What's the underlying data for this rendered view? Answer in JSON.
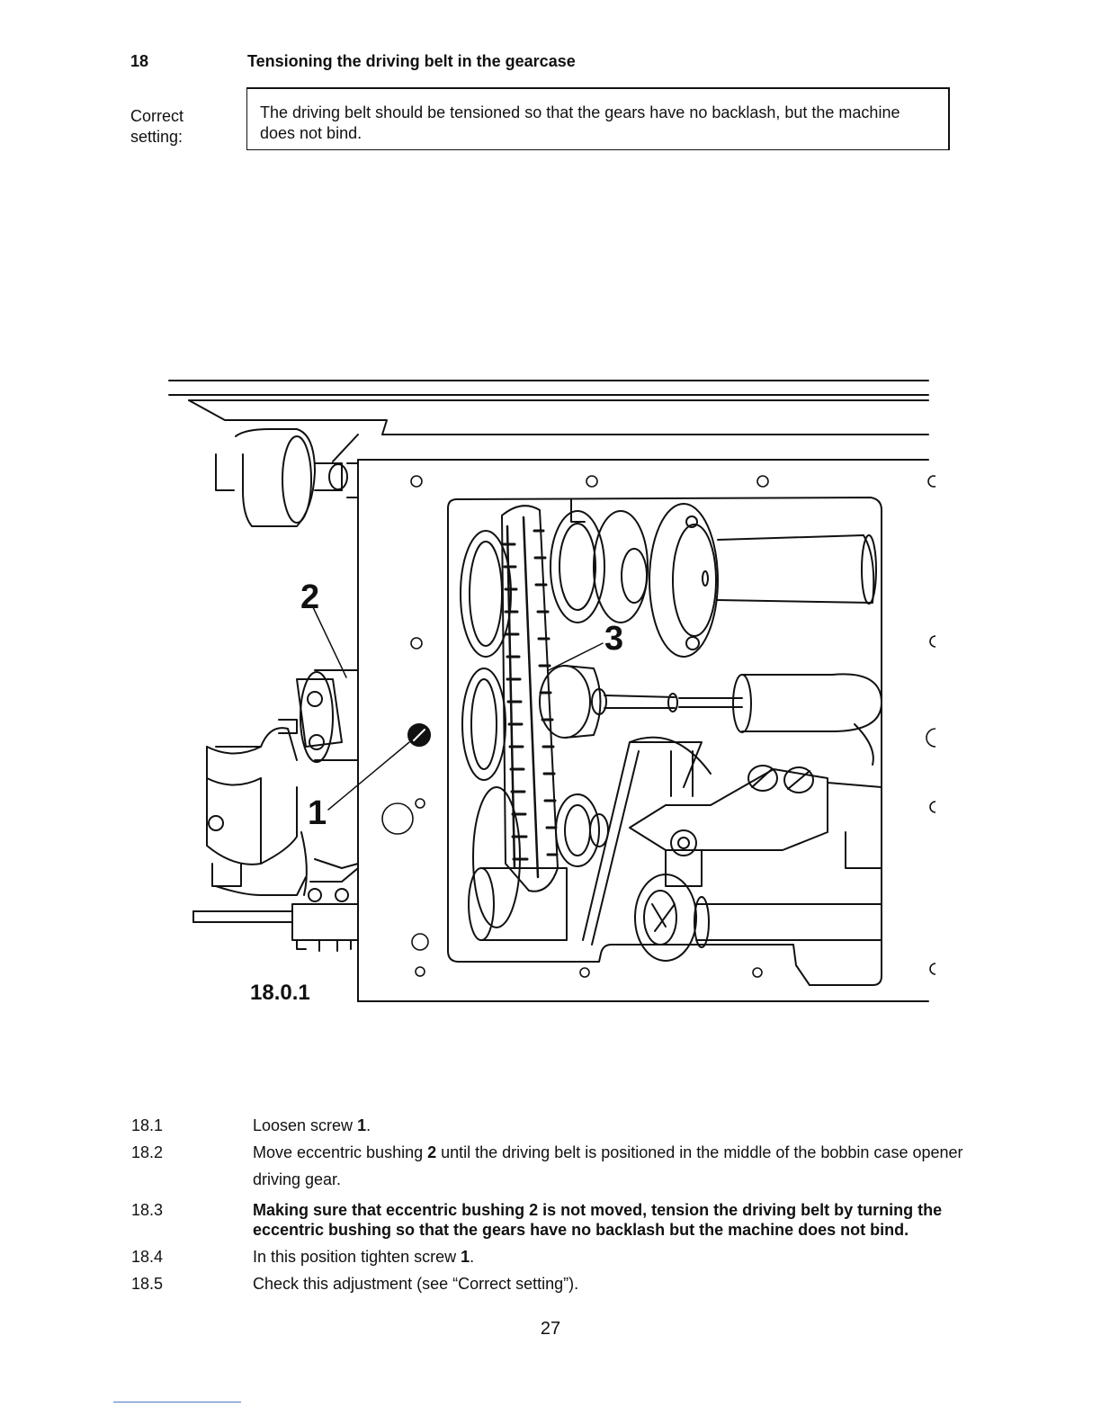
{
  "header": {
    "section_number": "18",
    "section_title": "Tensioning the driving belt in the gearcase"
  },
  "correct_setting": {
    "label_line1": "Correct",
    "label_line2": "setting:",
    "text": "The driving belt should be tensioned so that the gears have no backlash, but the machine does not bind."
  },
  "figure": {
    "label": "18.0.1",
    "callouts": [
      "1",
      "2",
      "3"
    ]
  },
  "steps": [
    {
      "number": "18.1",
      "pre": "Loosen screw ",
      "strong": "1",
      "post": "."
    },
    {
      "number": "18.2",
      "pre": "Move eccentric bushing ",
      "strong": "2",
      "post": " until the driving belt is positioned in the middle of the bobbin case opener driving gear."
    },
    {
      "number": "18.3",
      "text": "Making sure that eccentric bushing 2 is not moved, tension the driving belt by turning the eccentric bushing so that the gears have no backlash but the machine does not bind."
    },
    {
      "number": "18.4",
      "pre": "In this position tighten screw ",
      "strong": "1",
      "post": "."
    },
    {
      "number": "18.5",
      "pre": "Check this adjustment (see “Correct setting”).",
      "strong": "",
      "post": ""
    }
  ],
  "page_number": "27"
}
